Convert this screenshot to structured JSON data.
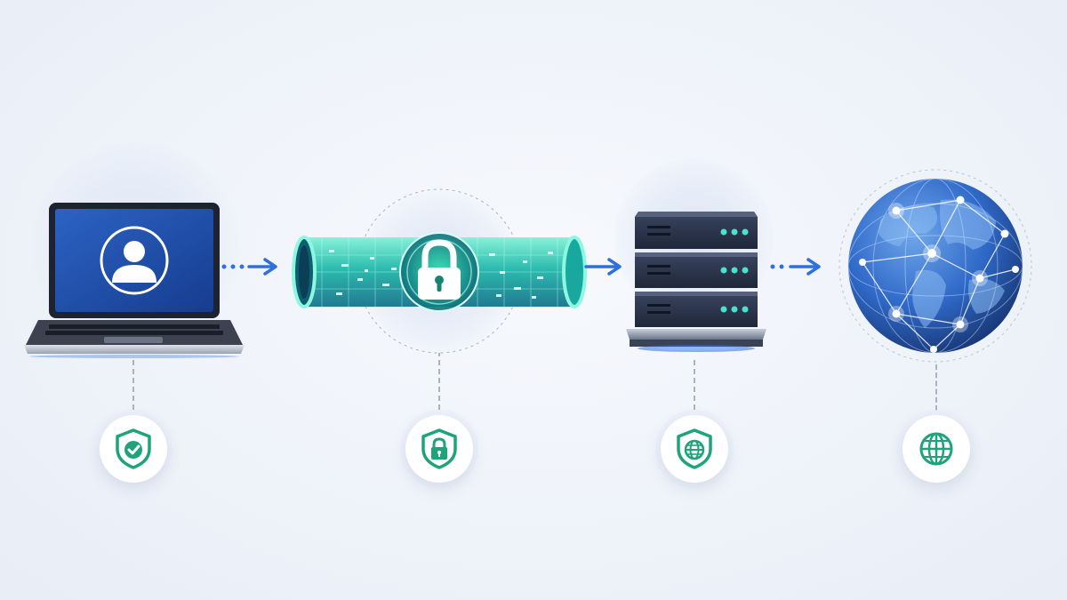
{
  "diagram": {
    "nodes": [
      {
        "id": "user-device",
        "icon": "laptop-user-icon",
        "badge_icon": "shield-check-icon"
      },
      {
        "id": "encrypted-tunnel",
        "icon": "tunnel-lock-icon",
        "badge_icon": "shield-lock-icon"
      },
      {
        "id": "vpn-server",
        "icon": "server-stack-icon",
        "badge_icon": "shield-globe-icon"
      },
      {
        "id": "internet",
        "icon": "globe-network-icon",
        "badge_icon": "globe-icon"
      }
    ],
    "connectors": [
      "dotted-arrow",
      "dotted-arrow",
      "dotted-arrow"
    ]
  },
  "colors": {
    "accent_blue": "#2f6fe0",
    "badge_green": "#1fa37a",
    "tunnel_teal": "#2fd9b0",
    "server_navy": "#2b3550",
    "globe_blue": "#2f69c8",
    "laptop_screen": "#1f4fa8"
  }
}
